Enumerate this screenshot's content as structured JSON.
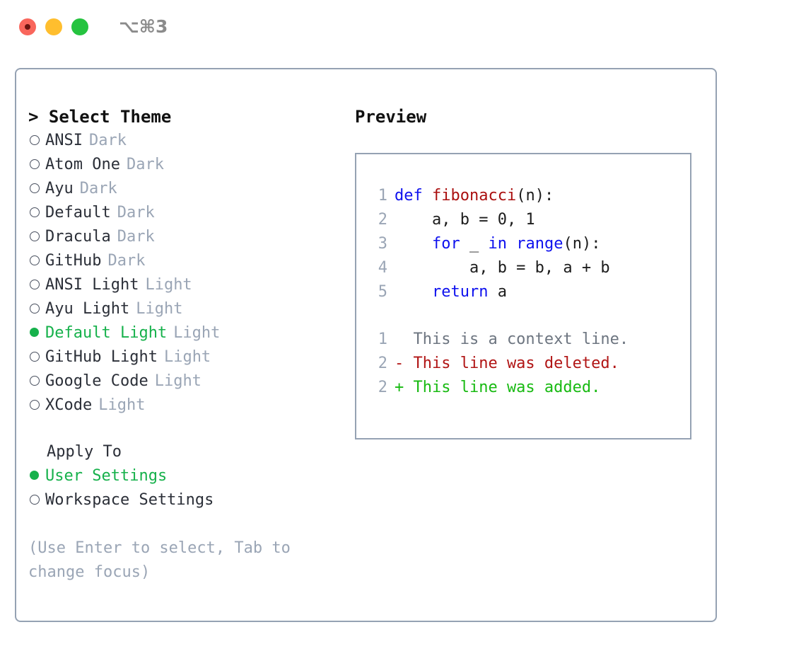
{
  "window": {
    "shortcut": "⌥⌘3",
    "traffic_lights": [
      {
        "name": "close",
        "color": "#f9665c"
      },
      {
        "name": "minimize",
        "color": "#ffbe2e"
      },
      {
        "name": "maximize",
        "color": "#25c33f"
      }
    ]
  },
  "theme_picker": {
    "title": "> Select Theme",
    "options": [
      {
        "marker": "o",
        "label": "ANSI",
        "suffix": "Dark",
        "selected": false
      },
      {
        "marker": "o",
        "label": "Atom One",
        "suffix": "Dark",
        "selected": false
      },
      {
        "marker": "o",
        "label": "Ayu",
        "suffix": "Dark",
        "selected": false
      },
      {
        "marker": "o",
        "label": "Default",
        "suffix": "Dark",
        "selected": false
      },
      {
        "marker": "o",
        "label": "Dracula",
        "suffix": "Dark",
        "selected": false
      },
      {
        "marker": "o",
        "label": "GitHub",
        "suffix": "Dark",
        "selected": false
      },
      {
        "marker": "o",
        "label": "ANSI Light",
        "suffix": "Light",
        "selected": false
      },
      {
        "marker": "o",
        "label": "Ayu Light",
        "suffix": "Light",
        "selected": false
      },
      {
        "marker": "●",
        "label": "Default Light",
        "suffix": "Light",
        "selected": true
      },
      {
        "marker": "o",
        "label": "GitHub Light",
        "suffix": "Light",
        "selected": false
      },
      {
        "marker": "o",
        "label": "Google Code",
        "suffix": "Light",
        "selected": false
      },
      {
        "marker": "o",
        "label": "XCode",
        "suffix": "Light",
        "selected": false
      }
    ]
  },
  "apply_to": {
    "title": "Apply To",
    "options": [
      {
        "marker": "●",
        "label": "User Settings",
        "selected": true
      },
      {
        "marker": "o",
        "label": "Workspace Settings",
        "selected": false
      }
    ]
  },
  "hint": "(Use Enter to select, Tab to change focus)",
  "preview": {
    "title": "Preview",
    "code_lines": [
      {
        "number": "1",
        "tokens": [
          {
            "t": "def",
            "c": "kw"
          },
          {
            "t": " ",
            "c": "code-text"
          },
          {
            "t": "fibonacci",
            "c": "fn"
          },
          {
            "t": "(n):",
            "c": "code-text"
          }
        ]
      },
      {
        "number": "2",
        "tokens": [
          {
            "t": "    a, b = 0, 1",
            "c": "code-text"
          }
        ]
      },
      {
        "number": "3",
        "tokens": [
          {
            "t": "    ",
            "c": "code-text"
          },
          {
            "t": "for",
            "c": "kw"
          },
          {
            "t": " _ ",
            "c": "code-text"
          },
          {
            "t": "in",
            "c": "kw"
          },
          {
            "t": " ",
            "c": "code-text"
          },
          {
            "t": "range",
            "c": "kw"
          },
          {
            "t": "(n):",
            "c": "code-text"
          }
        ]
      },
      {
        "number": "4",
        "tokens": [
          {
            "t": "        a, b = b, a + b",
            "c": "code-text"
          }
        ]
      },
      {
        "number": "5",
        "tokens": [
          {
            "t": "    ",
            "c": "code-text"
          },
          {
            "t": "return",
            "c": "kw"
          },
          {
            "t": " a",
            "c": "code-text"
          }
        ]
      }
    ],
    "diff_lines": [
      {
        "number": "1",
        "marker": "  ",
        "text": "This is a context line.",
        "kind": "context"
      },
      {
        "number": "2",
        "marker": "- ",
        "text": "This line was deleted.",
        "kind": "removed"
      },
      {
        "number": "2",
        "marker": "+ ",
        "text": "This line was added.",
        "kind": "added"
      }
    ]
  },
  "colors": {
    "accent_green": "#16b14b",
    "muted": "#9aa5b5",
    "border": "#95a2b3",
    "keyword_blue": "#0e11ee",
    "function_red": "#aa0f0f",
    "diff_added": "#18ba12",
    "diff_removed": "#b11515"
  }
}
